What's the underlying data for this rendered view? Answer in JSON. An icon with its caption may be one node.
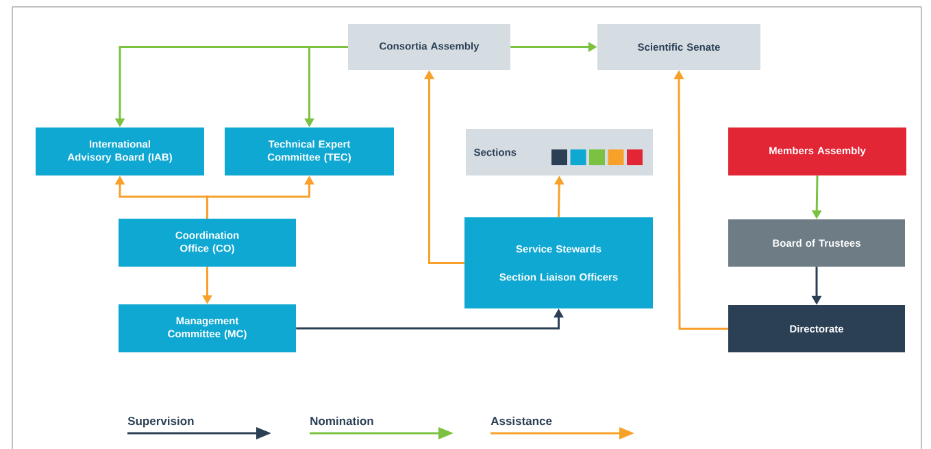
{
  "diagram": {
    "nodes": [
      {
        "text": [
          "Consortia Assembly"
        ]
      },
      {
        "text": [
          "Scientific Senate"
        ]
      },
      {
        "text": [
          "International Advisory Board (IAB)"
        ]
      },
      {
        "text": [
          "Technical Expert Committee (TEC)"
        ]
      },
      {
        "text": [
          "Sections"
        ]
      },
      {
        "text": [
          "Members Assembly"
        ]
      },
      {
        "text": [
          "Coordination Office (CO)"
        ]
      },
      {
        "text": [
          "Service Stewards",
          "Section Liaison Officers"
        ]
      },
      {
        "text": [
          "Board of Trustees"
        ]
      },
      {
        "text": [
          "Management Committee (MC)"
        ]
      },
      {
        "text": [
          "Directorate"
        ]
      }
    ],
    "edges": [
      {
        "from": 0,
        "to": 1,
        "arrow": "to",
        "color": "#7cc242"
      },
      {
        "from": 0,
        "to": 2,
        "arrow": "to",
        "color": "#7cc242"
      },
      {
        "from": 0,
        "to": 3,
        "arrow": "to",
        "color": "#7cc242"
      },
      {
        "from": 6,
        "to": 2,
        "arrow": "to"
      },
      {
        "from": 6,
        "to": 3,
        "arrow": "to"
      },
      {
        "from": 6,
        "to": 9,
        "arrow": "to"
      },
      {
        "from": 7,
        "to": 0,
        "arrow": "to"
      },
      {
        "from": 7,
        "to": 4,
        "arrow": "to"
      },
      {
        "from": 9,
        "to": 7,
        "arrow": "to",
        "color": "#2b3f55"
      },
      {
        "from": 10,
        "to": 1,
        "arrow": "to"
      },
      {
        "from": 5,
        "to": 8,
        "arrow": "to",
        "color": "#7cc242"
      },
      {
        "from": 8,
        "to": 10,
        "arrow": "to",
        "color": "#2b3f55"
      }
    ],
    "legend": [
      {
        "text": "Supervision"
      },
      {
        "text": "Nomination"
      },
      {
        "text": "Assistance"
      }
    ]
  }
}
